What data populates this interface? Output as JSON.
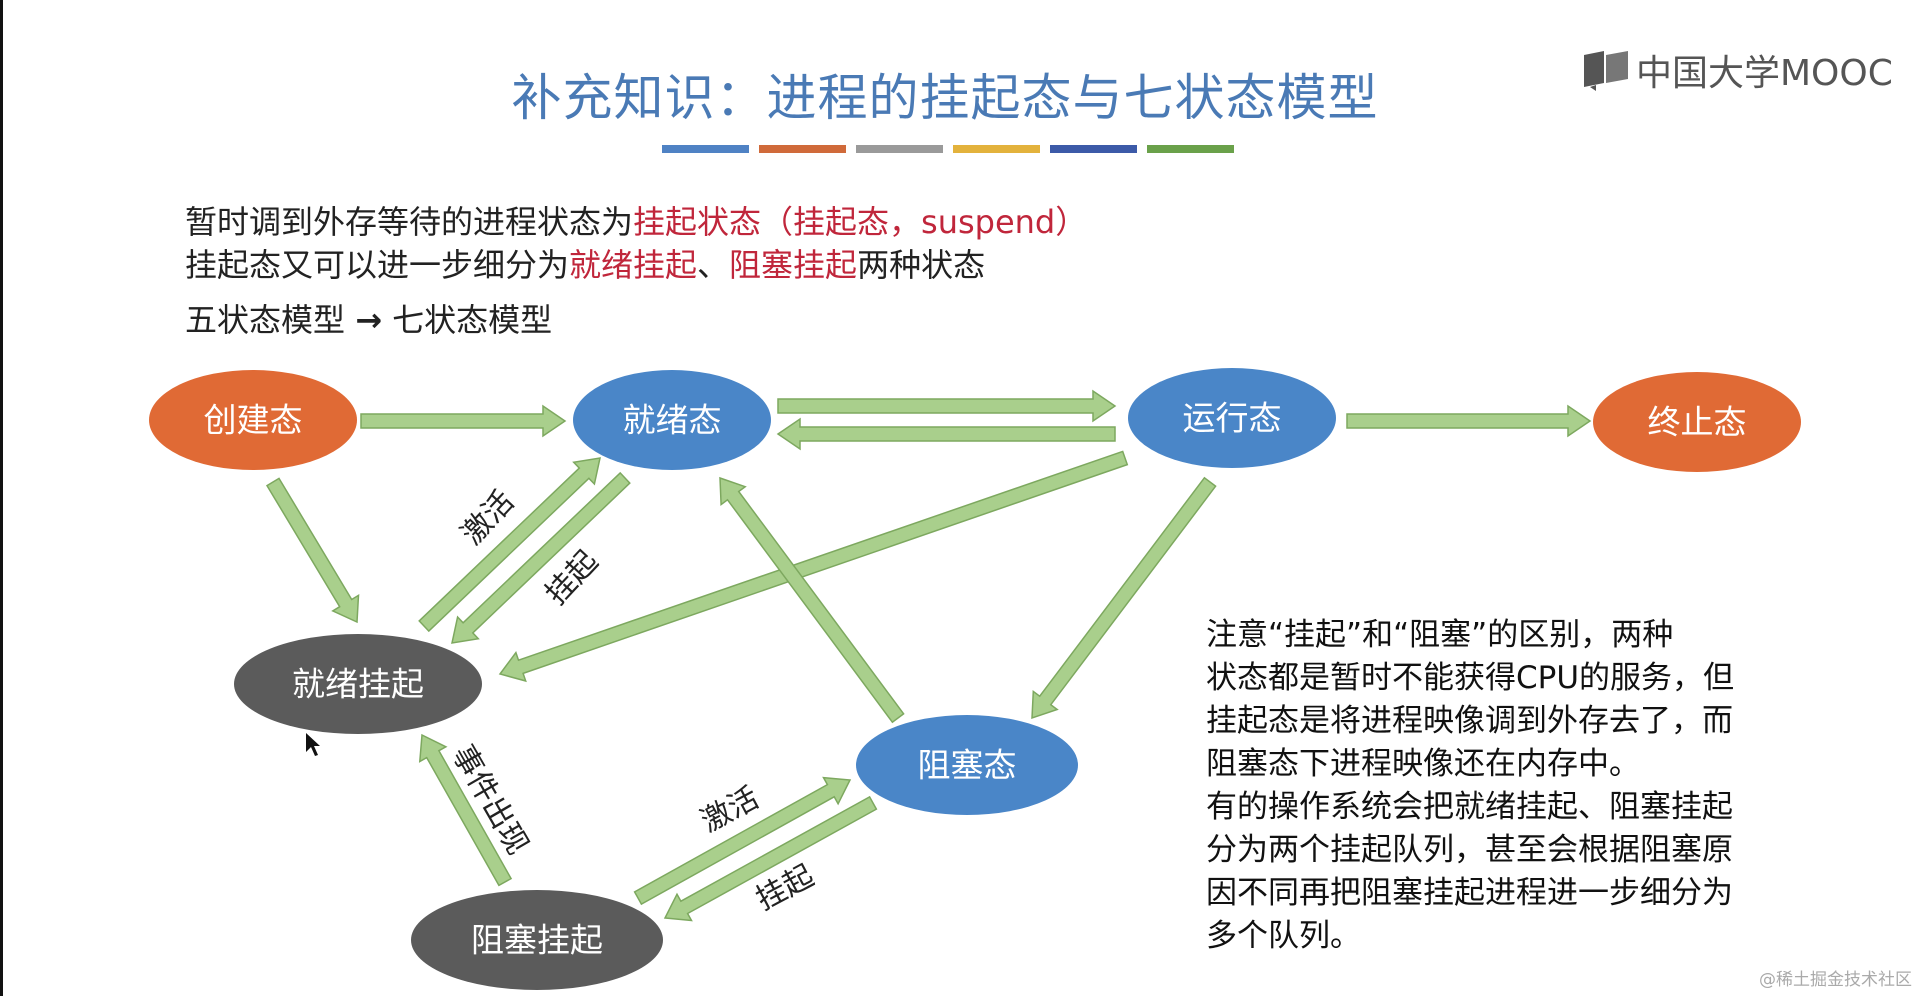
{
  "title": "补充知识：进程的挂起态与七状态模型",
  "logo": {
    "text": "中国大学MOOC"
  },
  "color_strip": [
    "#4f82c4",
    "#d06a3a",
    "#9a9a9a",
    "#e3b23c",
    "#3c5aa8",
    "#6aa14a"
  ],
  "intro": {
    "line1": {
      "text": "暂时调到外存等待的进程状态为",
      "highlight": "挂起状态（挂起态，suspend）"
    },
    "line2": {
      "text_a": "挂起态又可以进一步细分为",
      "highlight_a": "就绪挂起",
      "sep": "、",
      "highlight_b": "阻塞挂起",
      "text_b": "两种状态"
    },
    "line3": {
      "text_a": "五状态模型",
      "arrow": "→",
      "text_b": "七状态模型"
    }
  },
  "nodes": {
    "create": "创建态",
    "ready": "就绪态",
    "running": "运行态",
    "terminated": "终止态",
    "ready_suspend": "就绪挂起",
    "blocked": "阻塞态",
    "blocked_suspend": "阻塞挂起"
  },
  "edge_labels": {
    "activate_1": "激活",
    "suspend_1": "挂起",
    "event_occurs": "事件出现",
    "activate_2": "激活",
    "suspend_2": "挂起"
  },
  "note": "注意“挂起”和“阻塞”的区别，两种\n状态都是暂时不能获得CPU的服务，但\n挂起态是将进程映像调到外存去了，而\n阻塞态下进程映像还在内存中。\n有的操作系统会把就绪挂起、阻塞挂起\n分为两个挂起队列，甚至会根据阻塞原\n因不同再把阻塞挂起进程进一步细分为\n多个队列。",
  "watermark": "@稀土掘金技术社区",
  "colors": {
    "title": "#4a7ab5",
    "highlight": "#c0263b",
    "orange_node": "#e06a35",
    "blue_node": "#4a86c8",
    "gray_node": "#5b5b5b",
    "arrow_fill": "#a9cf8c",
    "arrow_stroke": "#7da85f"
  }
}
